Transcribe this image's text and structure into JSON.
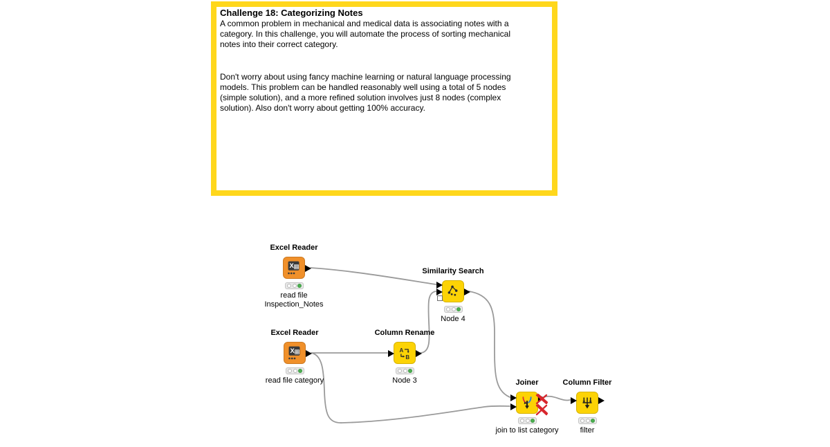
{
  "colors": {
    "annotation_border": "#FFD71C",
    "node_yellow": "#FCD305",
    "node_orange": "#F0902A",
    "wire_gray": "#9A9A9A",
    "port_black": "#000000",
    "traffic_green": "#4CAF50",
    "error_red": "#D8272E"
  },
  "annotation": {
    "title": "Challenge 18: Categorizing Notes",
    "paragraph1": [
      "A common problem in mechanical and medical data is associating notes with a",
      "category. In this challenge, you will automate the process of sorting mechanical",
      "notes into their correct category."
    ],
    "paragraph2": [
      "Don't worry about using fancy machine learning or natural language processing",
      "models. This problem can be handled reasonably well using a total of 5 nodes",
      "(simple solution), and a more refined solution involves just 8 nodes (complex",
      "solution). Also don't worry about getting 100% accuracy."
    ]
  },
  "workflow": {
    "nodes": [
      {
        "name": "Excel Reader",
        "sublabel": [
          "read file",
          "Inspection_Notes"
        ],
        "status": "executed"
      },
      {
        "name": "Similarity Search",
        "sublabel": [
          "Node 4"
        ],
        "status": "executed"
      },
      {
        "name": "Excel Reader",
        "sublabel": [
          "read file category"
        ],
        "status": "executed"
      },
      {
        "name": "Column Rename",
        "sublabel": [
          "Node 3"
        ],
        "status": "executed"
      },
      {
        "name": "Joiner",
        "sublabel": [
          "join to list category"
        ],
        "status": "executed"
      },
      {
        "name": "Column Filter",
        "sublabel": [
          "filter"
        ],
        "status": "executed"
      }
    ]
  }
}
